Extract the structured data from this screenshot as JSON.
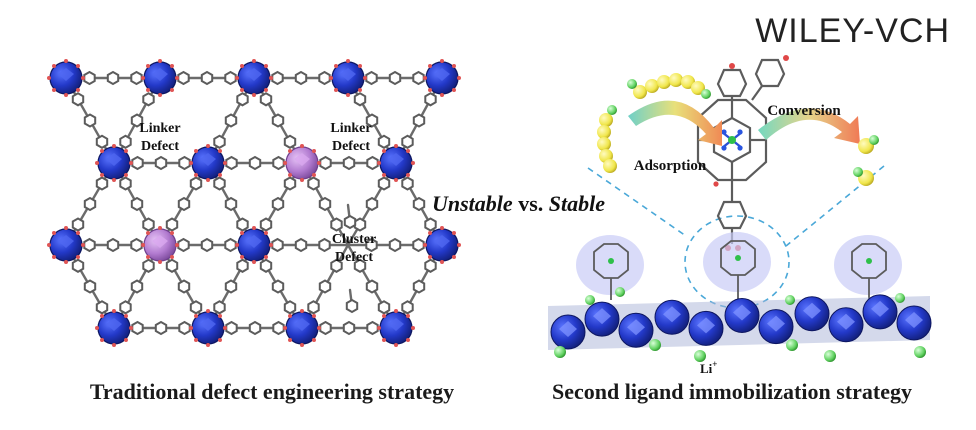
{
  "publisher_logo": "WILEY-VCH",
  "left_panel": {
    "labels": {
      "linker_defect_1_line1": "Linker",
      "linker_defect_1_line2": "Defect",
      "linker_defect_2_line1": "Linker",
      "linker_defect_2_line2": "Defect",
      "cluster_defect_line1": "Cluster",
      "cluster_defect_line2": "Defect"
    },
    "caption": "Traditional defect engineering strategy"
  },
  "right_panel": {
    "labels": {
      "conversion": "Conversion",
      "adsorption": "Adsorption",
      "comparison_unstable": "Unstable",
      "comparison_vs": " vs. ",
      "comparison_stable": "Stable",
      "lithium_ion": "Li",
      "lithium_charge": "+"
    },
    "caption": "Second ligand immobilization strategy"
  },
  "colors": {
    "cluster_blue": "#2339c9",
    "cluster_dark": "#121f7a",
    "defect_purple": "#b27bd0",
    "linker_gray": "#6b6b6b",
    "sulfur_yellow": "#f0e64a",
    "lithium_green": "#5fd15f",
    "dashed_line": "#4aa8d8"
  }
}
